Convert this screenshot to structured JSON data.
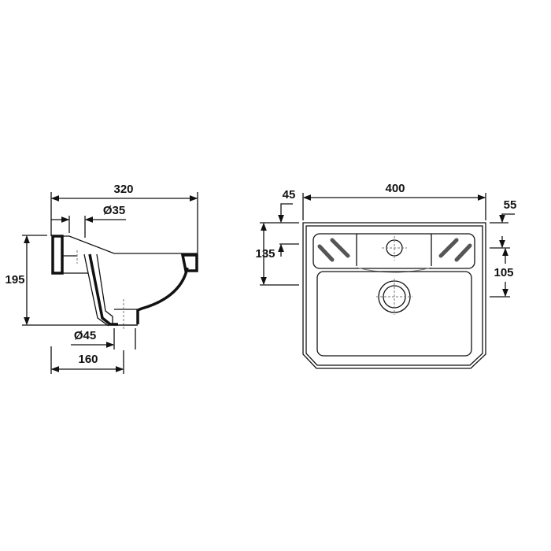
{
  "side_view": {
    "labels": {
      "width": "320",
      "tap_hole": "Ø35",
      "height": "195",
      "waste": "Ø45",
      "waste_offset": "160"
    }
  },
  "top_view": {
    "labels": {
      "width": "400",
      "front_to_tap": "45",
      "depth": "135",
      "right_top": "55",
      "right_depth": "105"
    }
  },
  "line_color": "#111111"
}
